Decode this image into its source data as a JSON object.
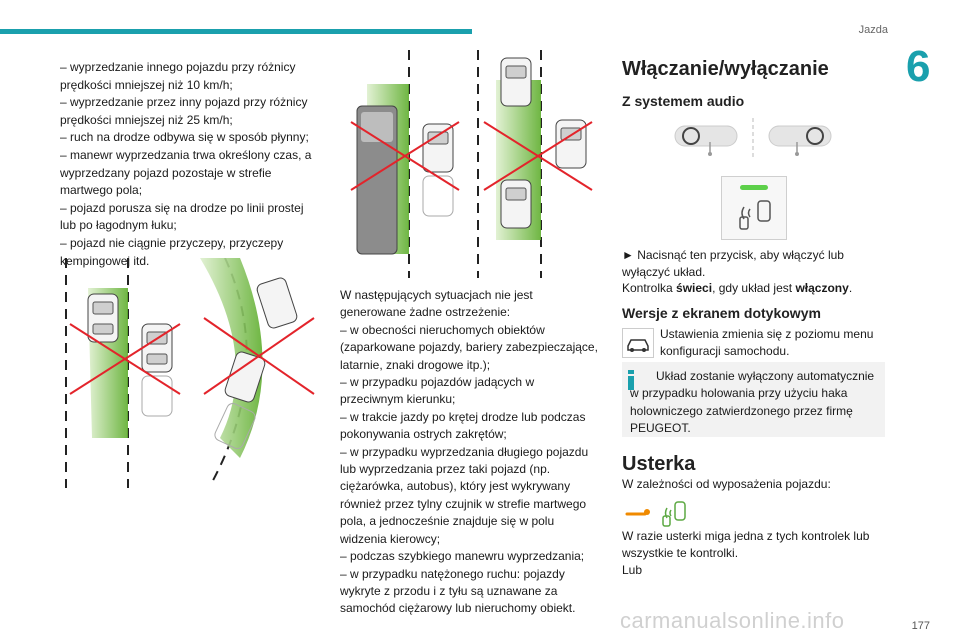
{
  "header": {
    "section": "Jazda",
    "chapter": "6"
  },
  "col1_lines": [
    "– wyprzedzanie innego pojazdu przy różnicy prędkości mniejszej niż 10 km/h;",
    "– wyprzedzanie przez inny pojazd przy różnicy prędkości mniejszej niż 25 km/h;",
    "– ruch na drodze odbywa się w sposób płynny;",
    "– manewr wyprzedzania trwa określony czas, a wyprzedzany pojazd pozostaje w strefie martwego pola;",
    "– pojazd porusza się na drodze po linii prostej lub po łagodnym łuku;",
    "– pojazd nie ciągnie przyczepy, przyczepy kempingowej itd."
  ],
  "col2_lines": [
    "W następujących sytuacjach nie jest generowane żadne ostrzeżenie:",
    "– w obecności nieruchomych obiektów (zaparkowane pojazdy, bariery zabezpieczające, latarnie, znaki drogowe itp.);",
    "– w przypadku pojazdów jadących w przeciwnym kierunku;",
    "– w trakcie jazdy po krętej drodze lub podczas pokonywania ostrych zakrętów;",
    "– w przypadku wyprzedzania długiego pojazdu lub wyprzedzania przez taki pojazd (np. ciężarówka, autobus), który jest wykrywany również przez tylny czujnik w strefie martwego pola, a jednocześnie znajduje się w polu widzenia kierowcy;",
    "– podczas szybkiego manewru wyprzedzania;",
    "– w przypadku natężonego ruchu: pojazdy wykryte z przodu i z tyłu są uznawane za samochód ciężarowy lub nieruchomy obiekt."
  ],
  "right": {
    "h1": "Włączanie/wyłączanie",
    "h2": "Z systemem audio",
    "press_text": "► Nacisnąć ten przycisk, aby włączyć lub wyłączyć układ.",
    "lamp_pre": "Kontrolka ",
    "lamp_b1": "świeci",
    "lamp_mid": ", gdy układ jest ",
    "lamp_b2": "włączony",
    "lamp_end": ".",
    "h2b": "Wersje z ekranem dotykowym",
    "touch_text": "Ustawienia zmienia się z poziomu menu konfiguracji samochodu.",
    "info_text": "Układ zostanie wyłączony automatycznie w przypadku holowania przy użyciu haka holowniczego zatwierdzonego przez firmę PEUGEOT.",
    "h1b": "Usterka",
    "depends_text": "W zależności od wyposażenia pojazdu:",
    "fault_text": "W razie usterki miga jedna z tych kontrolek lub wszystkie te kontrolki.",
    "or_text": "Lub"
  },
  "page_number": "177",
  "watermark": "carmanualsonline.info",
  "colors": {
    "accent": "#1aa0ad",
    "green_zone": "#6cbf3a",
    "cross": "#e3242b",
    "warning": "#f08a00"
  }
}
